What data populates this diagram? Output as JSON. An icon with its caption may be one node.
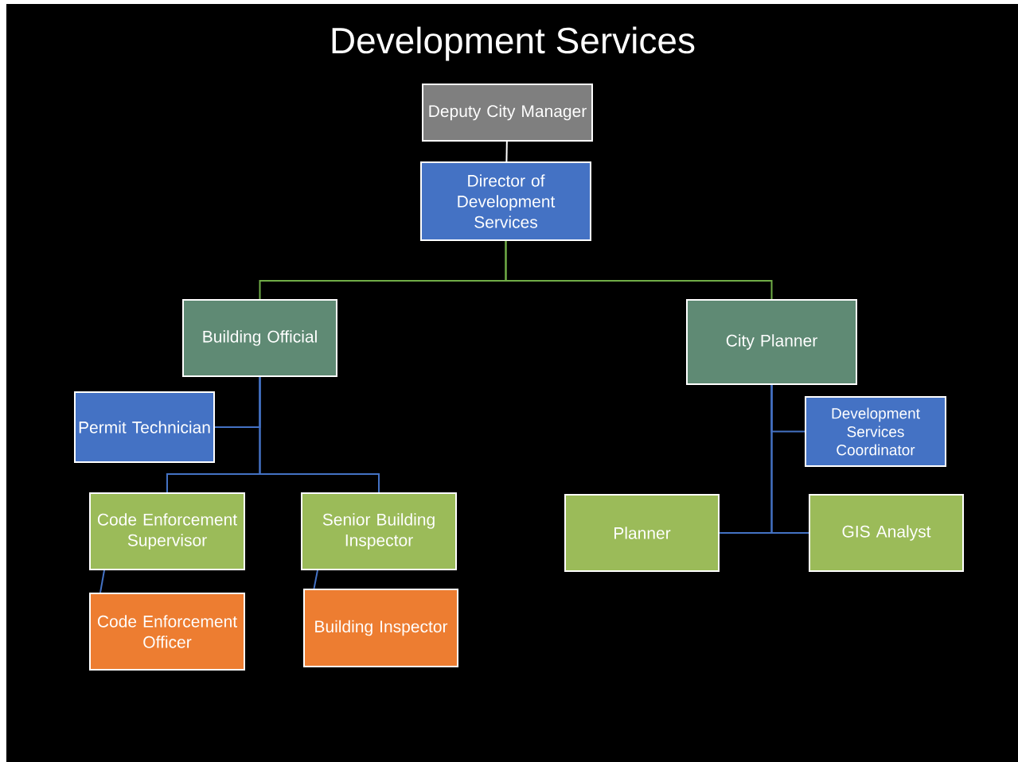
{
  "diagram": {
    "title": "Development Services",
    "nodes": [
      {
        "text": [
          "Deputy City Manager"
        ]
      },
      {
        "text": [
          "Director of Development Services"
        ]
      },
      {
        "text": [
          "Building Official"
        ]
      },
      {
        "text": [
          "City Planner"
        ]
      },
      {
        "text": [
          "Permit Technician"
        ]
      },
      {
        "text": [
          "Code Enforcement Supervisor"
        ]
      },
      {
        "text": [
          "Senior Building Inspector"
        ]
      },
      {
        "text": [
          "Code Enforcement Officer"
        ]
      },
      {
        "text": [
          "Building Inspector"
        ]
      },
      {
        "text": [
          "Development Services Coordinator"
        ]
      },
      {
        "text": [
          "Planner"
        ]
      },
      {
        "text": [
          "GIS Analyst"
        ]
      }
    ],
    "edges": [
      {
        "from": 0,
        "to": 1,
        "arrow": "none",
        "color": "#ffffff"
      },
      {
        "from": 1,
        "to": 2,
        "arrow": "none",
        "color": "#70ad47"
      },
      {
        "from": 1,
        "to": 3,
        "arrow": "none",
        "color": "#70ad47"
      },
      {
        "from": 2,
        "to": 4,
        "arrow": "none"
      },
      {
        "from": 2,
        "to": 5,
        "arrow": "none"
      },
      {
        "from": 2,
        "to": 6,
        "arrow": "none"
      },
      {
        "from": 5,
        "to": 7,
        "arrow": "none"
      },
      {
        "from": 6,
        "to": 8,
        "arrow": "none"
      },
      {
        "from": 3,
        "to": 9,
        "arrow": "none"
      },
      {
        "from": 3,
        "to": 10,
        "arrow": "none"
      },
      {
        "from": 3,
        "to": 11,
        "arrow": "none"
      }
    ]
  }
}
